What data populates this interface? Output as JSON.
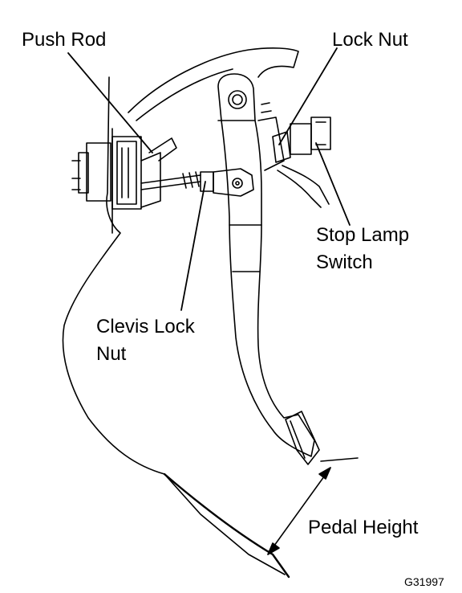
{
  "labels": {
    "push_rod": "Push Rod",
    "lock_nut": "Lock Nut",
    "stop_lamp_line1": "Stop Lamp",
    "stop_lamp_line2": "Switch",
    "clevis_line1": "Clevis Lock",
    "clevis_line2": "Nut",
    "pedal_height": "Pedal Height",
    "figure_code": "G31997"
  },
  "colors": {
    "ink": "#000000",
    "paper": "#ffffff"
  }
}
